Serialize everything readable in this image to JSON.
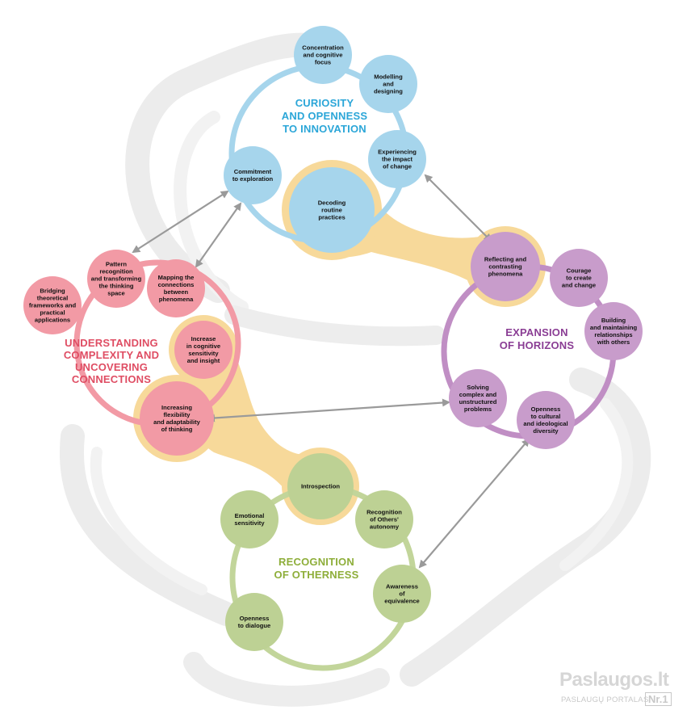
{
  "colors": {
    "curiosity": "#a6d5ec",
    "curiosity_ring": "#a6d5ec",
    "curiosity_title": "#2ba6d8",
    "expansion": "#c89ccb",
    "expansion_ring": "#c08ec4",
    "expansion_title": "#8a3d94",
    "understanding": "#f29aa5",
    "understanding_ring": "#f29aa5",
    "understanding_title": "#df4d63",
    "recognition": "#bdd194",
    "recognition_ring": "#c2d59a",
    "recognition_title": "#8eae3a",
    "bridge": "#f7d99a",
    "arrow": "#9a9a9a",
    "swoosh": "#ececec"
  },
  "clusters": {
    "curiosity": {
      "title": [
        "CURIOSITY",
        "AND OPENNESS",
        "TO INNOVATION"
      ],
      "nodes": [
        {
          "id": "concentration",
          "lines": [
            "Concentration",
            "and cognitive",
            "focus"
          ]
        },
        {
          "id": "modelling",
          "lines": [
            "Modelling",
            "and",
            "designing"
          ]
        },
        {
          "id": "experiencing",
          "lines": [
            "Experiencing",
            "the impact",
            "of change"
          ]
        },
        {
          "id": "decoding",
          "lines": [
            "Decoding",
            "routine",
            "practices"
          ]
        },
        {
          "id": "commitment",
          "lines": [
            "Commitment",
            "to exploration"
          ]
        }
      ]
    },
    "expansion": {
      "title": [
        "EXPANSION",
        "OF HORIZONS"
      ],
      "nodes": [
        {
          "id": "reflecting",
          "lines": [
            "Reflecting and",
            "contrasting",
            "phenomena"
          ]
        },
        {
          "id": "courage",
          "lines": [
            "Courage",
            "to create",
            "and change"
          ]
        },
        {
          "id": "building",
          "lines": [
            "Building",
            "and maintaining",
            "relationships",
            "with others"
          ]
        },
        {
          "id": "openness-cultural",
          "lines": [
            "Openness",
            "to cultural",
            "and ideological",
            "diversity"
          ]
        },
        {
          "id": "solving",
          "lines": [
            "Solving",
            "complex and",
            "unstructured",
            "problems"
          ]
        }
      ]
    },
    "understanding": {
      "title": [
        "UNDERSTANDING",
        "COMPLEXITY AND",
        "UNCOVERING",
        "CONNECTIONS"
      ],
      "nodes": [
        {
          "id": "bridging",
          "lines": [
            "Bridging",
            "theoretical",
            "frameworks and",
            "practical",
            "applications"
          ]
        },
        {
          "id": "pattern",
          "lines": [
            "Pattern",
            "recognition",
            "and transforming",
            "the thinking",
            "space"
          ]
        },
        {
          "id": "mapping",
          "lines": [
            "Mapping the",
            "connections",
            "between",
            "phenomena"
          ]
        },
        {
          "id": "increase-sensitivity",
          "lines": [
            "Increase",
            "in cognitive",
            "sensitivity",
            "and insight"
          ]
        },
        {
          "id": "increasing-flexibility",
          "lines": [
            "Increasing",
            "flexibility",
            "and adaptability",
            "of thinking"
          ]
        }
      ]
    },
    "recognition": {
      "title": [
        "RECOGNITION",
        "OF OTHERNESS"
      ],
      "nodes": [
        {
          "id": "introspection",
          "lines": [
            "Introspection"
          ]
        },
        {
          "id": "recognition-autonomy",
          "lines": [
            "Recognition",
            "of Others'",
            "autonomy"
          ]
        },
        {
          "id": "awareness",
          "lines": [
            "Awareness",
            "of",
            "equivalence"
          ]
        },
        {
          "id": "openness-dialogue",
          "lines": [
            "Openness",
            "to dialogue"
          ]
        },
        {
          "id": "emotional",
          "lines": [
            "Emotional",
            "sensitivity"
          ]
        }
      ]
    }
  },
  "watermark": {
    "brand": "Paslaugos.lt",
    "subtitle": "PASLAUGŲ PORTALAS",
    "badge": "Nr.1"
  }
}
